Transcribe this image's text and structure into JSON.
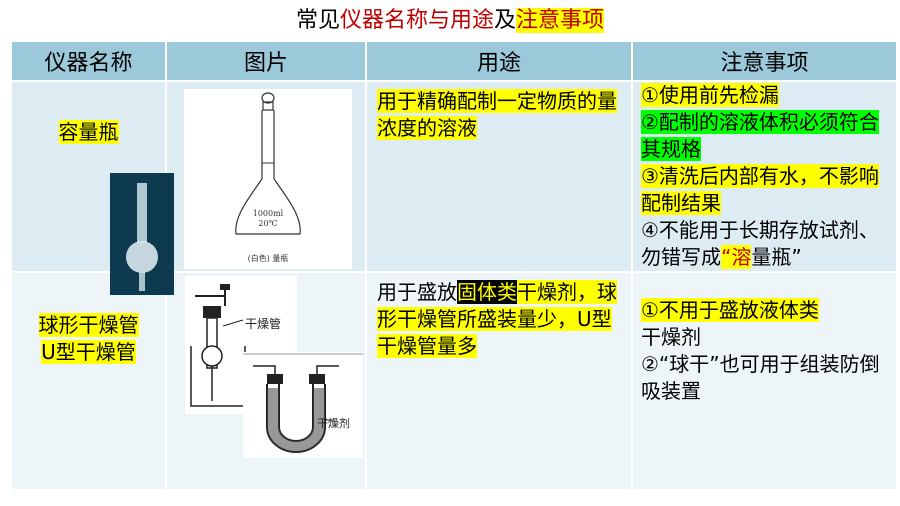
{
  "title": {
    "p1": "常见",
    "p2": "仪器名称与用途",
    "p3": "及",
    "p4": "注意事项"
  },
  "headers": [
    "仪器名称",
    "图片",
    "用途",
    "注意事项"
  ],
  "rows": [
    {
      "name": "容量瓶",
      "image_label1": "1000ml",
      "image_label2": "20℃",
      "image_caption": "(白色) 量瓶",
      "usage": "用于精确配制一定物质的量浓度的溶液",
      "notes": {
        "n1": "①使用前先检漏",
        "n2": "②配制的溶液体积必须符合其规格",
        "n3": "③清洗后内部有水，不影响配制结果",
        "n4a": "④不能用于长期存放试剂、勿错写成",
        "n4b": "“溶",
        "n4c": "量瓶”"
      }
    },
    {
      "name1": "球形干燥管",
      "name2": "U型干燥管",
      "image_label1": "干燥管",
      "image_label2": "干燥剂",
      "usage_a": "用于盛放",
      "usage_b": "固体类",
      "usage_c": "干燥剂，",
      "usage_d": "球形干燥管所盛装量少，U型干燥管量多",
      "notes": {
        "n1": "①不用于盛放液体类",
        "n1b": "干燥剂",
        "n2": "②“球干”也可用于组装防倒吸装置"
      }
    }
  ]
}
